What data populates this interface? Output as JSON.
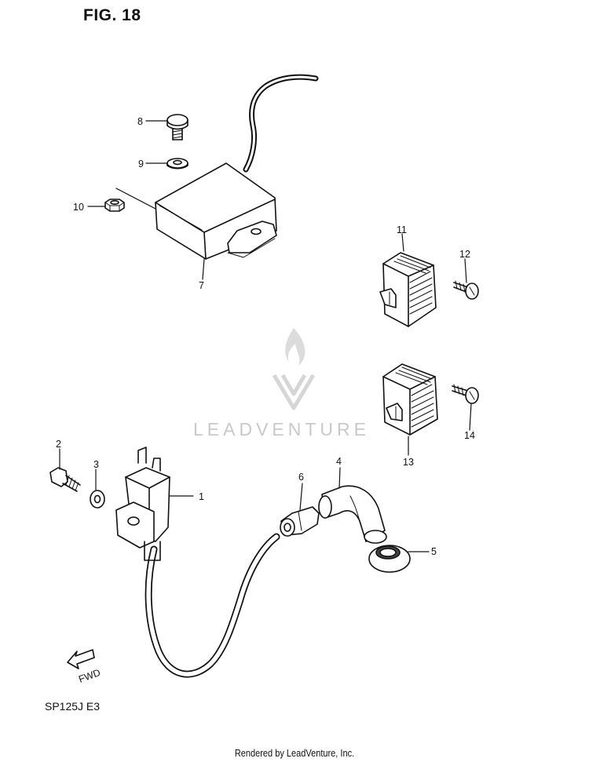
{
  "title": "FIG. 18",
  "model_code": "SP125J  E3",
  "credit": "Rendered by LeadVenture, Inc.",
  "watermark": {
    "text": "LEADVENTURE",
    "color": "#c9c9c9"
  },
  "fwd_label": "FWD",
  "callouts": [
    "1",
    "2",
    "3",
    "4",
    "5",
    "6",
    "7",
    "8",
    "9",
    "10",
    "11",
    "12",
    "13",
    "14"
  ]
}
